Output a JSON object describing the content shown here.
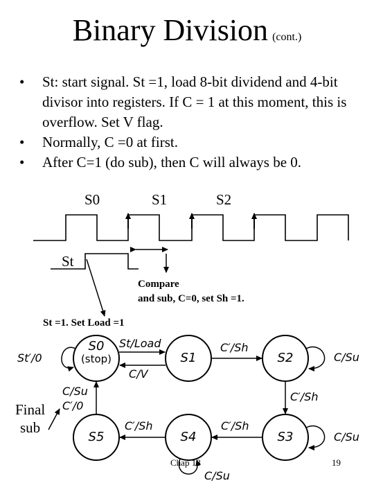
{
  "slide": {
    "title": "Binary Division",
    "title_suffix": "(cont.)",
    "bullets": [
      "St: start signal. St =1, load 8-bit dividend and 4-bit divisor into registers. If C = 1 at this moment, this is overflow. Set V flag.",
      "Normally, C =0 at first.",
      "After C=1 (do sub), then C will always be 0."
    ],
    "bullet_char": "•"
  },
  "timing": {
    "state_labels": [
      "S0",
      "S1",
      "S2"
    ],
    "st_label": "St",
    "compare_note": [
      "Compare",
      "and sub, C=0, set Sh =1."
    ],
    "st_note": "St =1. Set Load =1"
  },
  "state_diagram": {
    "states": {
      "s0": "S0",
      "s0_sub": "(stop)",
      "s1": "S1",
      "s2": "S2",
      "s3": "S3",
      "s4": "S4",
      "s5": "S5"
    },
    "transitions": {
      "s0_self": "St′/0",
      "s0_s1": "St/Load",
      "s1_s0": "C/V",
      "s1_s2": "C′/Sh",
      "s2_self": "C/Su",
      "s2_s3": "C′/Sh",
      "s3_self": "C/Su",
      "s3_s4": "C′/Sh",
      "s4_s5": "C′/Sh",
      "s4_self": "C/Su",
      "s5_s0_a": "C/Su",
      "s5_s0_b": "C′/0"
    },
    "final_note": [
      "Final",
      "sub"
    ]
  },
  "footer": {
    "chapter": "Chap 18",
    "page": "19"
  }
}
